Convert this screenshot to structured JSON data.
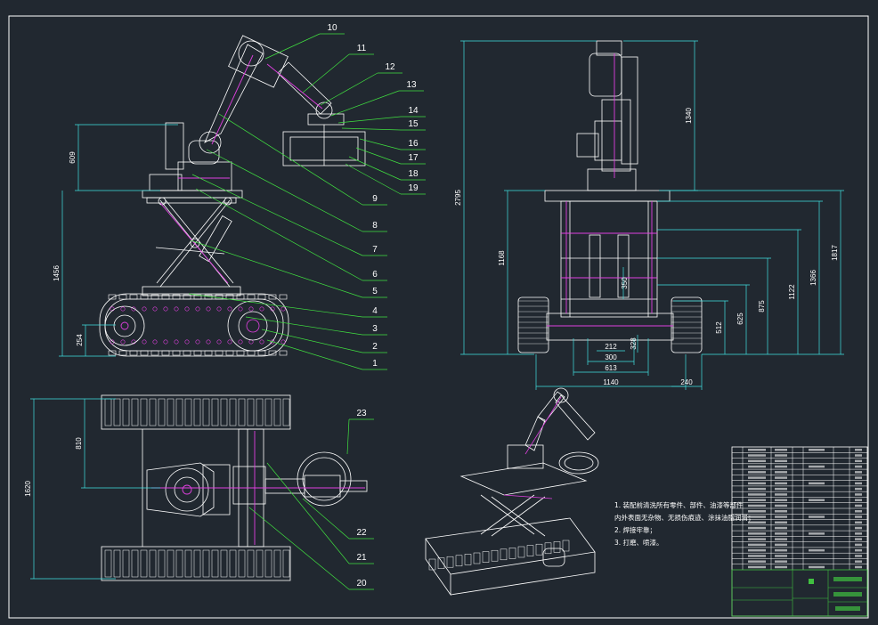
{
  "drawing": {
    "background": "#212830",
    "colors": {
      "frame": "#ffffff",
      "part": "#ffffff",
      "accent": "#e040e0",
      "dimension": "#40e0e0",
      "leader": "#40e040",
      "title_block": "#40c040"
    }
  },
  "balloons": {
    "side_view": [
      "10",
      "11",
      "12",
      "13",
      "14",
      "15",
      "16",
      "17",
      "18",
      "19",
      "9",
      "8",
      "7",
      "6",
      "5",
      "4",
      "3",
      "2",
      "1"
    ],
    "plan_view": [
      "23",
      "22",
      "21",
      "20"
    ]
  },
  "dimensions": {
    "side_view": {
      "arm_height": "609",
      "total_height": "1456",
      "track_height": "254"
    },
    "front_view": {
      "overall_height": "2795",
      "arm_height": "1340",
      "h1168": "1168",
      "h1817": "1817",
      "h1366": "1366",
      "h1122": "1122",
      "h875": "875",
      "h625": "625",
      "h512": "512",
      "h350": "350",
      "h328": "328",
      "w212": "212",
      "w300": "300",
      "w613": "613",
      "w1140": "1140",
      "w240": "240"
    },
    "plan_view": {
      "overall_width": "1620",
      "half_width": "810"
    }
  },
  "tech_notes": [
    "1. 装配前清洗所有零件、部件、油漆等部件",
    "   内外表面无杂物、无损伤痕迹、涂抹油脂润滑；",
    "2. 焊接牢靠；",
    "3. 打磨、喷漆。"
  ],
  "title_block": {
    "rows": 22
  }
}
